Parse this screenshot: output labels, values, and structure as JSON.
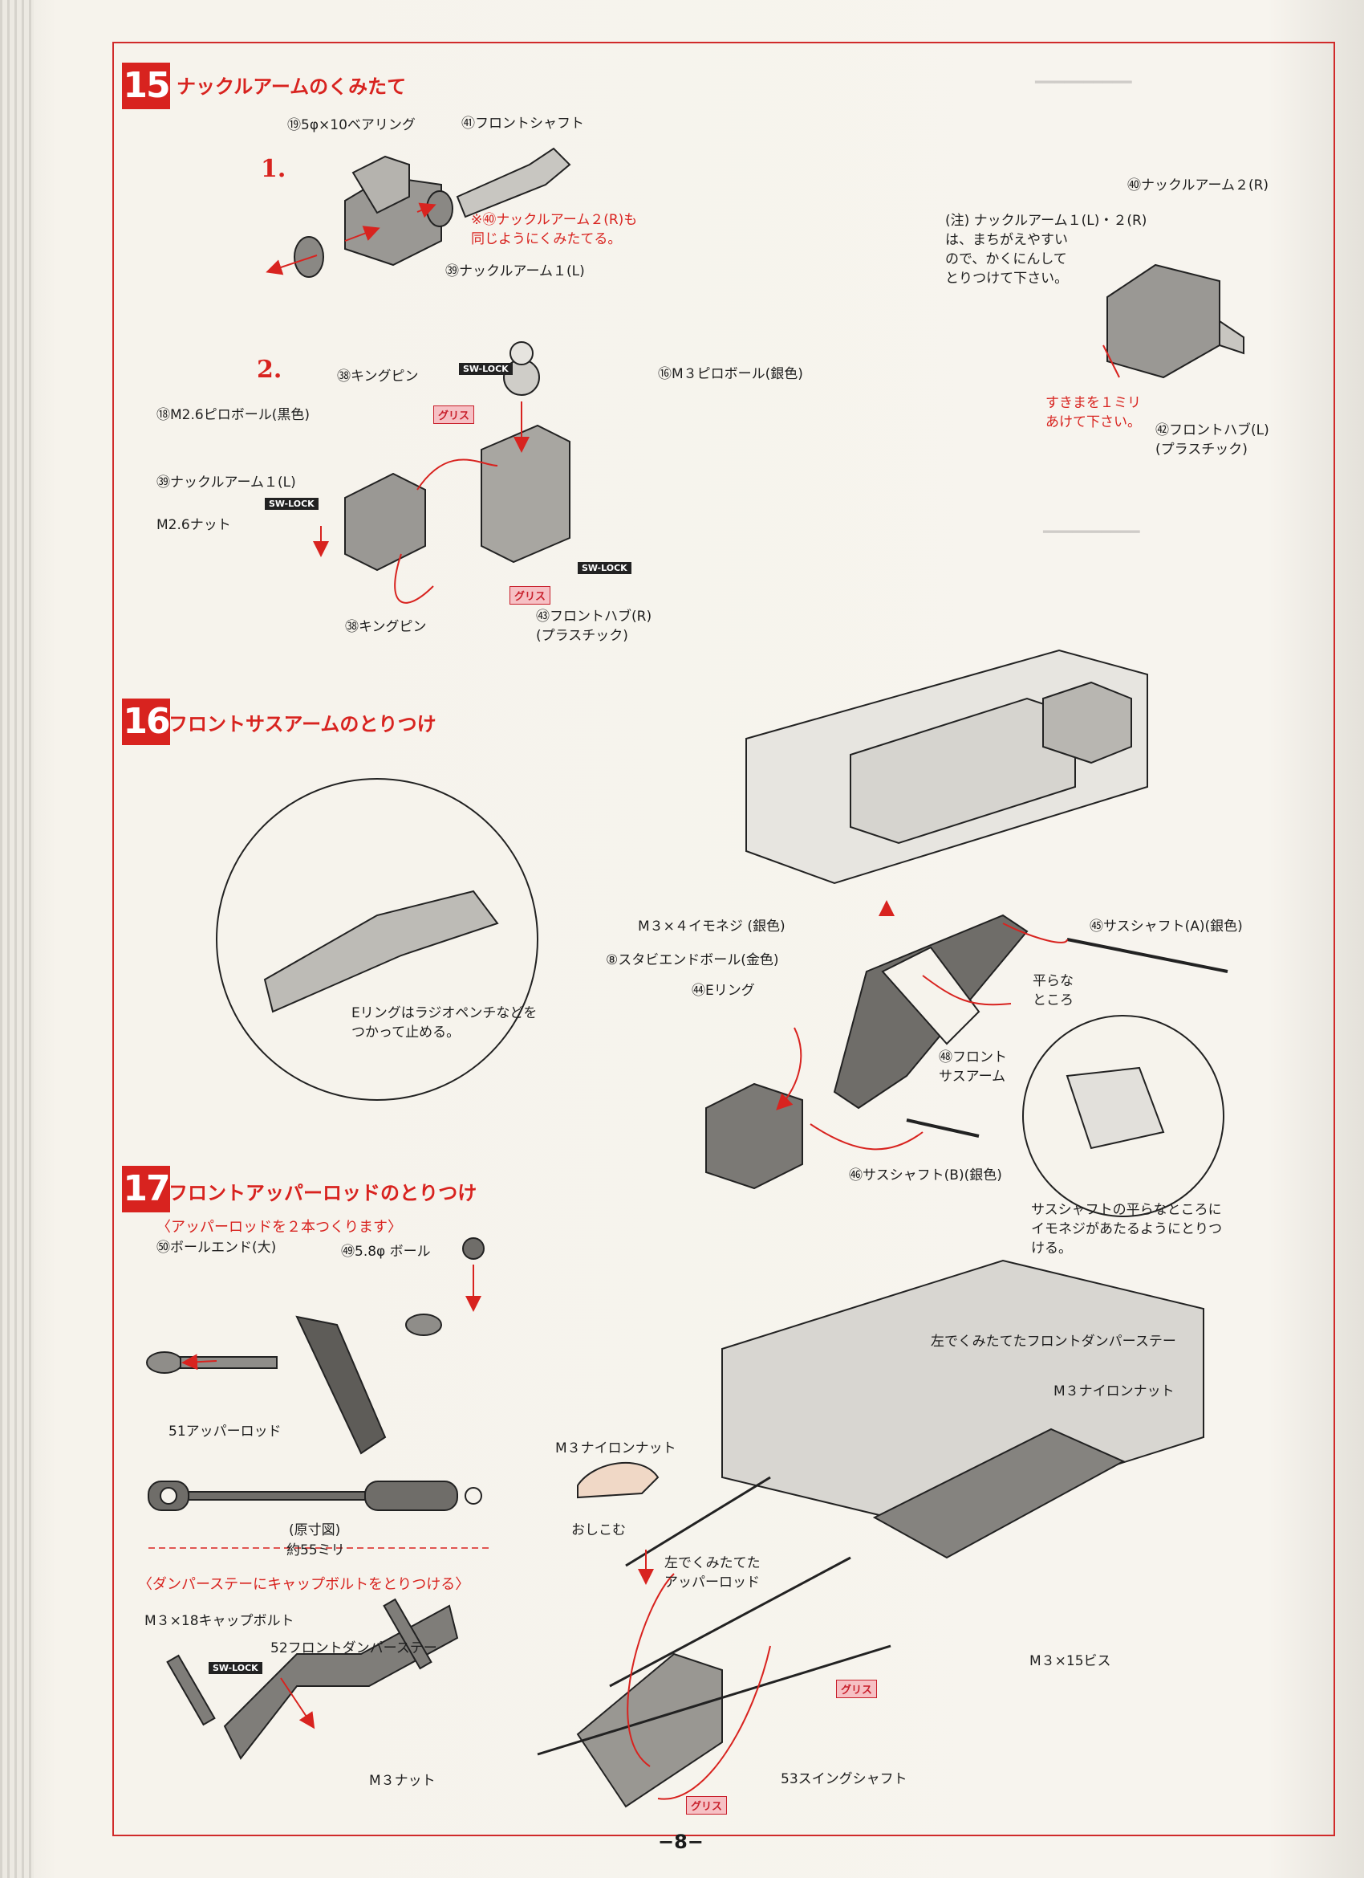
{
  "page": {
    "page_number": "−8−"
  },
  "step15": {
    "number": "15",
    "title": "ナックルアームのくみたて",
    "sub1": "1.",
    "sub2": "2.",
    "labels": {
      "bearing": "⑲5φ×10ベアリング",
      "front_shaft": "㊶フロントシャフト",
      "note_r_same": "※㊵ナックルアーム２(R)も\n同じようにくみたてる。",
      "knuckle_l_1": "㊴ナックルアーム１(L)",
      "king_pin_top": "㊳キングピン",
      "pillow_m3": "⑯M３ピロボール(銀色)",
      "pillow_m26": "⑱M2.6ピロボール(黒色)",
      "knuckle_l_2": "㊴ナックルアーム１(L)",
      "nut_m26": "M2.6ナット",
      "king_pin_bottom": "㊳キングピン",
      "hub_r": "㊸フロントハブ(R)\n(プラスチック)",
      "knuckle_r": "㊵ナックルアーム２(R)",
      "caution": "(注) ナックルアーム１(L)・２(R)\nは、まちがえやすい\nので、かくにんして\nとりつけて下さい。",
      "gap": "すきまを１ミリ\nあけて下さい。",
      "hub_l": "㊷フロントハブ(L)\n(プラスチック)"
    }
  },
  "step16": {
    "number": "16",
    "title": "フロントサスアームのとりつけ",
    "labels": {
      "e_ring_note": "Eリングはラジオペンチなどを\nつかって止める。",
      "set_screw": "M３×４イモネジ (銀色)",
      "stabi_ball": "⑧スタビエンドボール(金色)",
      "e_ring": "㊹Eリング",
      "shaft_a": "㊺サスシャフト(A)(銀色)",
      "flat_part": "平らな\nところ",
      "front_arm": "㊽フロント\nサスアーム",
      "shaft_b": "㊻サスシャフト(B)(銀色)",
      "flat_note": "サスシャフトの平らなところに\nイモネジがあたるようにとりつ\nける。"
    }
  },
  "step17": {
    "number": "17",
    "title": "フロントアッパーロッドのとりつけ",
    "heading1": "〈アッパーロッドを２本つくります〉",
    "heading2": "〈ダンパーステーにキャップボルトをとりつける〉",
    "labels": {
      "ball_end": "㊿ボールエンド(大)",
      "ball": "㊾5.8φ ボール",
      "upper_rod": "51アッパーロッド",
      "actual_size": "(原寸図)",
      "length": "約55ミリ",
      "cap_bolt": "M３×18キャップボルト",
      "damper_stay": "52フロントダンパーステー",
      "m3_nut": "M３ナット",
      "left_stay": "左でくみたてたフロントダンパーステー",
      "nylon_nut_1": "M３ナイロンナット",
      "nylon_nut_2": "M３ナイロンナット",
      "push_in": "おしこむ",
      "left_rod": "左でくみたてた\nアッパーロッド",
      "screw_15": "M３×15ビス",
      "swing_shaft": "53スイングシャフト"
    }
  },
  "tags": {
    "sw_lock": "SW-LOCK",
    "grease": "グリス"
  },
  "colors": {
    "accent": "#d8231f",
    "paper": "#f4f1ea",
    "line": "#1e1e1e"
  }
}
